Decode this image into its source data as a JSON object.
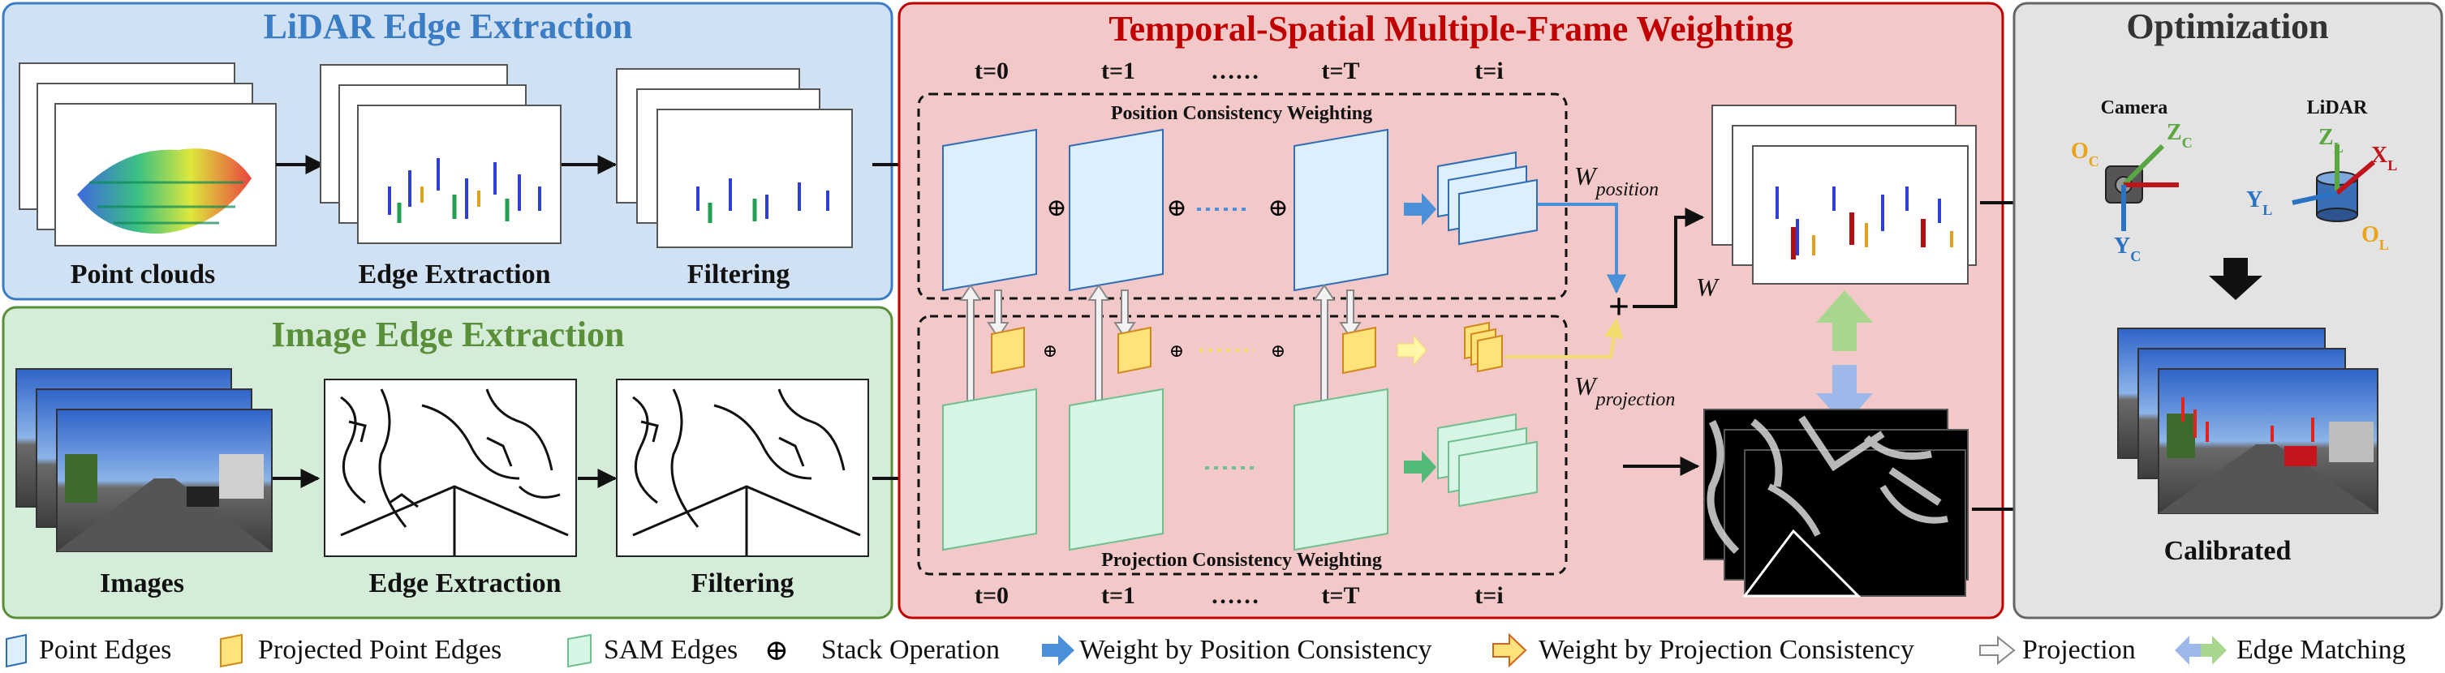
{
  "panels": {
    "lidar": {
      "title": "LiDAR Edge Extraction",
      "captions": [
        "Point clouds",
        "Edge Extraction",
        "Filtering"
      ]
    },
    "image": {
      "title": "Image Edge Extraction",
      "captions": [
        "Images",
        "Edge Extraction",
        "Filtering"
      ]
    },
    "temporal": {
      "title": "Temporal-Spatial  Multiple-Frame Weighting",
      "time_labels": [
        "t=0",
        "t=1",
        "……",
        "t=T",
        "t=i"
      ],
      "position_box": "Position Consistency Weighting",
      "projection_box": "Projection Consistency Weighting",
      "w_position": "W",
      "w_position_sub": "position",
      "w_projection": "W",
      "w_projection_sub": "projection",
      "w_total": "W",
      "stack_symbol": "⊕",
      "sum_symbol": "+",
      "dots": "……"
    },
    "optimization": {
      "title": "Optimization",
      "camera": "Camera",
      "lidar": "LiDAR",
      "calibrated": "Calibrated",
      "axes": {
        "oc": "O",
        "oc_sub": "C",
        "zc": "Z",
        "zc_sub": "C",
        "yc": "Y",
        "yc_sub": "C",
        "zl": "Z",
        "zl_sub": "L",
        "xl": "X",
        "xl_sub": "L",
        "yl": "Y",
        "yl_sub": "L",
        "ol": "O",
        "ol_sub": "L"
      }
    }
  },
  "legend": [
    {
      "label": "Point Edges",
      "icon": "point-edge-icon"
    },
    {
      "label": "Projected Point Edges",
      "icon": "projected-edge-icon"
    },
    {
      "label": "SAM Edges",
      "icon": "sam-edge-icon"
    },
    {
      "label": "Stack Operation",
      "icon": "stack-operation-icon"
    },
    {
      "label": "Weight by Position Consistency",
      "icon": "blue-arrow-icon"
    },
    {
      "label": "Weight by Projection Consistency",
      "icon": "orange-arrow-icon"
    },
    {
      "label": "Projection",
      "icon": "hollow-arrow-icon"
    },
    {
      "label": "Edge Matching",
      "icon": "double-arrow-icon"
    }
  ],
  "colors": {
    "lidar_panel": "#cfe1f3",
    "lidar_title": "#3b7dc4",
    "image_panel": "#d5ecd9",
    "image_title": "#5a8f3a",
    "temporal_panel": "#f3c8c8",
    "temporal_title": "#c00000",
    "opt_panel": "#e3e3e3",
    "point_edge": "#ddeeff",
    "projected_edge": "#ffe27a",
    "sam_edge": "#d7f5e4",
    "blue_arrow": "#4a90d9",
    "yellow_arrow": "#ffe27a"
  }
}
